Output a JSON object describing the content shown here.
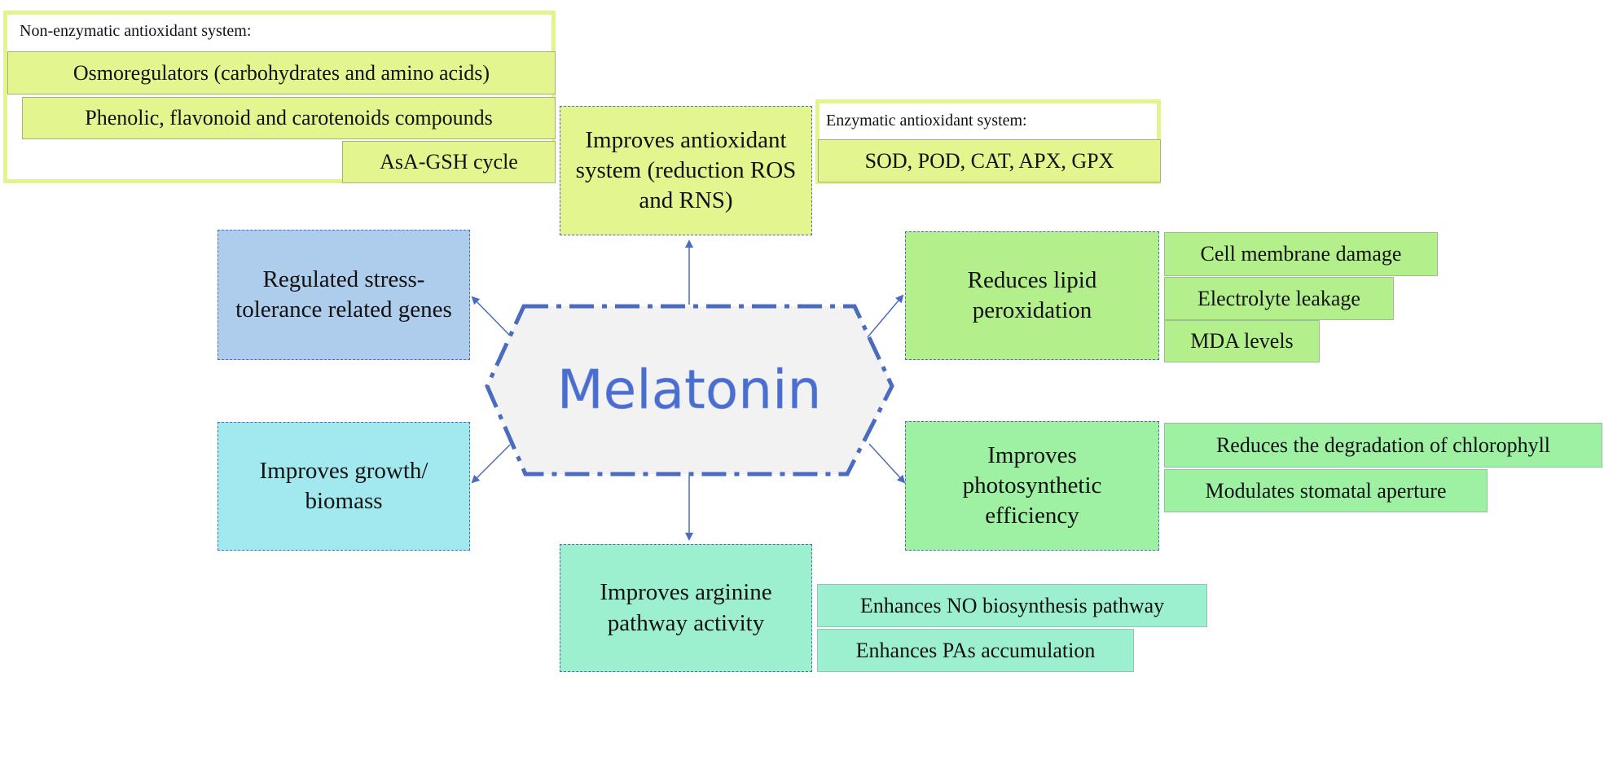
{
  "center": {
    "label": "Melatonin"
  },
  "non_enzymatic": {
    "header": "Non-enzymatic  antioxidant  system:",
    "items": [
      "Osmoregulators (carbohydrates and amino acids)",
      "Phenolic,  flavonoid and carotenoids compounds",
      "AsA-GSH cycle"
    ]
  },
  "enzymatic": {
    "header": "Enzymatic  antioxidant  system:",
    "items": [
      "SOD, POD, CAT, APX, GPX"
    ]
  },
  "nodes": {
    "antioxidant": "Improves antioxidant system (reduction ROS and RNS)",
    "genes": "Regulated stress-tolerance related genes",
    "lipid": "Reduces lipid peroxidation",
    "growth": "Improves growth/ biomass",
    "photosynthetic": "Improves photosynthetic efficiency",
    "arginine": "Improves arginine pathway activity"
  },
  "lipid_effects": [
    "Cell membrane damage",
    "Electrolyte leakage",
    "MDA levels"
  ],
  "photo_effects": [
    "Reduces the degradation of chlorophyll",
    "Modulates stomatal aperture"
  ],
  "arginine_effects": [
    "Enhances NO biosynthesis pathway",
    "Enhances PAs accumulation"
  ],
  "colors": {
    "connector": "#4a6bc0",
    "hexagon_fill": "#f2f2f2",
    "title_text": "#4a6ed0",
    "yellow": "#e3f58f",
    "light_green": "#b3f08c",
    "mint_green": "#9ef0a3",
    "teal": "#9df0cf",
    "blue": "#aecdec",
    "cyan": "#a1e9ef"
  }
}
